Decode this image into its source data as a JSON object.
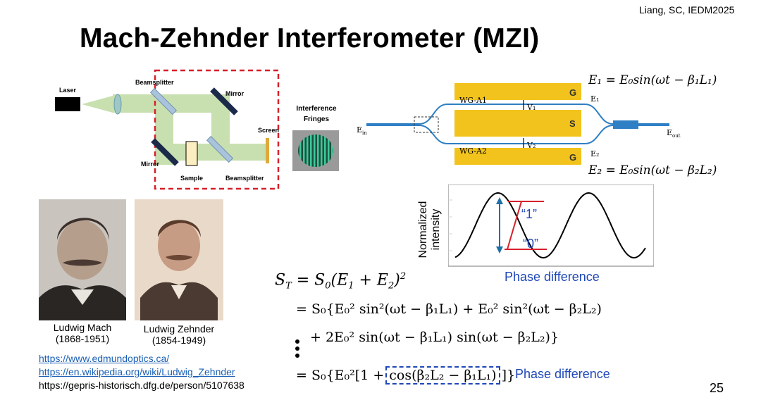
{
  "citation": "Liang, SC, IEDM2025",
  "title": "Mach-Zehnder Interferometer (MZI)",
  "mzi": {
    "laser": "Laser",
    "beamsplitter_top": "Beamsplitter",
    "mirror_top": "Mirror",
    "screen": "Screen",
    "mirror_bottom": "Mirror",
    "sample": "Sample",
    "beamsplitter_bottom": "Beamsplitter",
    "fringes_line1": "Interference",
    "fringes_line2": "Fringes"
  },
  "modulator": {
    "e1_eq": "E₁ = E₀sin(ωt − β₁L₁)",
    "e2_eq": "E₂ = E₀sin(ωt − β₂L₂)",
    "g_top": "G",
    "s_mid": "S",
    "g_bot": "G",
    "wg_a1": "WG-A1",
    "wg_a2": "WG-A2",
    "v1": "V₁",
    "v2": "V₂",
    "e1_label": "E₁",
    "e2_label": "E₂",
    "ein": "E",
    "ein_sub": "in",
    "eout": "E",
    "eout_sub": "out"
  },
  "plot": {
    "ylabel_line1": "Normalized",
    "ylabel_line2": "intensity",
    "xlabel": "Phase difference",
    "label_one": "“1”",
    "label_zero": "“0”"
  },
  "people": {
    "mach_name": "Ludwig Mach",
    "mach_years": "(1868-1951)",
    "zehnder_name": "Ludwig Zehnder",
    "zehnder_years": "(1854-1949)"
  },
  "links": {
    "link1": "https://www.edmundoptics.ca/",
    "link2": "https://en.wikipedia.org/wiki/Ludwig_Zehnder",
    "link3": "https://gepris-historisch.dfg.de/person/5107638"
  },
  "equations": {
    "line1": "S_T = S_0(E_1 + E_2)^2",
    "line2": "= S₀{E₀² sin²(ωt − β₁L₁) + E₀² sin²(ωt − β₂L₂)",
    "line3": "+ 2E₀² sin(ωt − β₁L₁) sin(ωt − β₂L₂)}",
    "line4_prefix": "= S₀{E₀²[1 +",
    "line4_box": "cos(β₂L₂ − β₁L₁)",
    "line4_suffix": "]}",
    "phase_label": "Phase difference"
  },
  "colors": {
    "accent_blue": "#1f47b8",
    "dashed_red": "#d6202a",
    "gold": "#f2c31c",
    "waveguide_blue": "#2f7fc4",
    "beam_green": "#c8e0b0"
  },
  "page_number": "25"
}
